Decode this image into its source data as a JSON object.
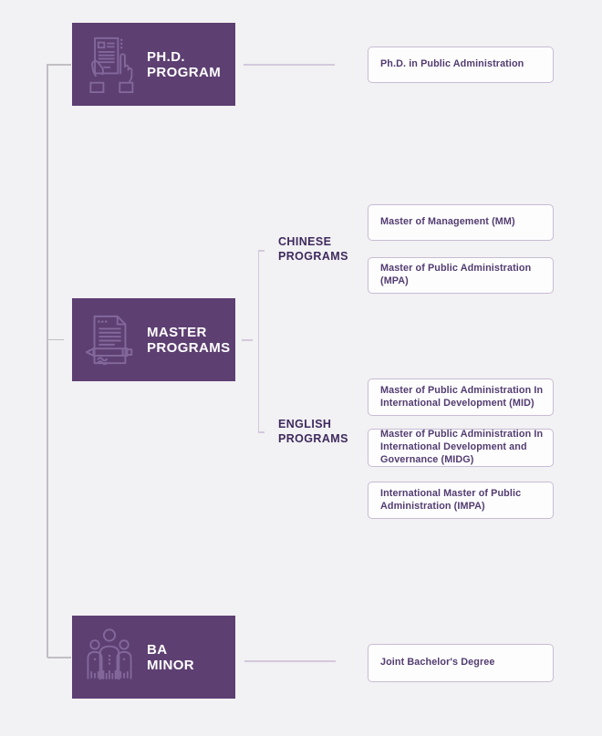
{
  "diagram": {
    "phd": {
      "title": "PH.D.\nPROGRAM",
      "card": "Ph.D. in Public Administration"
    },
    "master": {
      "title": "MASTER\nPROGRAMS",
      "chinese_label": "CHINESE\nPROGRAMS",
      "chinese_cards": {
        "mm": "Master of Management (MM)",
        "mpa": "Master of Public Administration (MPA)"
      },
      "english_label": "ENGLISH\nPROGRAMS",
      "english_cards": {
        "mid": "Master of Public Administration In\nInternational Development (MID)",
        "midg": "Master of Public Administration In\nInternational Development and\nGovernance (MIDG)",
        "impa": "International Master of Public\nAdministration (IMPA)"
      }
    },
    "ba": {
      "title": "BA\nMINOR",
      "card": "Joint Bachelor's Degree"
    }
  },
  "icons": {
    "phd": "hands-holding-document-icon",
    "master": "document-and-pen-icon",
    "ba": "three-people-icon"
  },
  "colors": {
    "background": "#f2f1f3",
    "node_fill": "#5d3f72",
    "node_text": "#ffffff",
    "icon_stroke": "#83689b",
    "card_background": "#fdfdfe",
    "card_border": "#c8bcd4",
    "card_text": "#523c70",
    "branch_label_text": "#3e2a5e",
    "trunk_line": "#c1bec4",
    "connector_line": "#d3c9dc"
  }
}
